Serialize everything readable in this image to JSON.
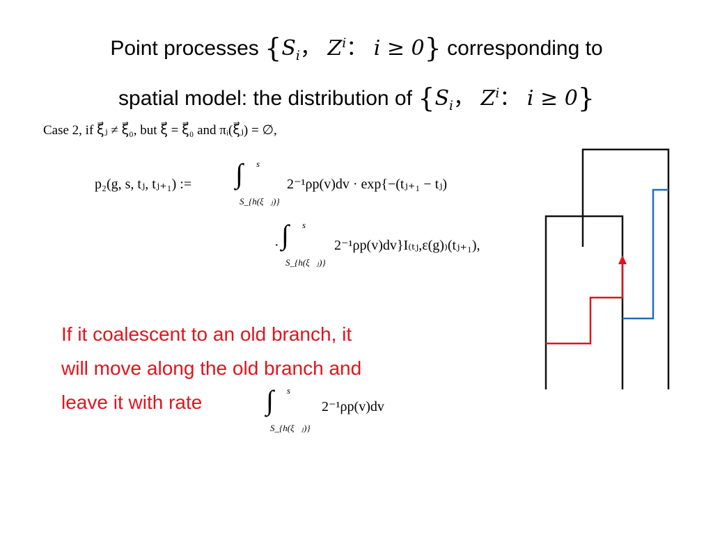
{
  "slide": {
    "title_line1_pre": "Point processes ",
    "title_line1_post": " corresponding  to",
    "title_line2_pre": "spatial model: the distribution of ",
    "set_open": "{",
    "set_S": "S",
    "set_i": "i",
    "set_sep": "，",
    "set_Z": "Z",
    "set_colon": "：",
    "set_cond": "i ≥ 0",
    "set_close": "}",
    "case_text": "Case 2, if ξ⃗ⱼ ≠ ξ⃗₀, but ξ⃗ = ξ⃗₀ and πᵢ(ξ⃗ⱼ) = ∅,",
    "eq1_lhs": "p₂(g, s, tⱼ, tⱼ₊₁) :=",
    "eq1_integral_upper": "s",
    "eq1_integral_lower": "S_{h(ξ⃗ⱼ)}",
    "eq1_rhs": "2⁻¹ρp(v)dv · exp{−(tⱼ₊₁ − tⱼ)",
    "eq2_lead": "·",
    "eq2_integral_upper": "s",
    "eq2_integral_lower": "S_{h(ξ⃗ⱼ)}",
    "eq2_rhs": "2⁻¹ρp(v)dv}I₍ₜⱼ,ε(g)₎(tⱼ₊₁),",
    "red_line1": "If it coalescent to an old branch, it",
    "red_line2": "will move along the old  branch and",
    "red_line3": "leave it with rate",
    "rate_integral_upper": "s",
    "rate_integral_lower": "S_{h(ξ⃗ⱼ)}",
    "rate_expr": "2⁻¹ρp(v)dv"
  },
  "colors": {
    "text": "#000000",
    "red": "#e0141c",
    "blue": "#1f6fb5",
    "tree": "#111111"
  },
  "icons": [
    "arrow-up-icon"
  ]
}
